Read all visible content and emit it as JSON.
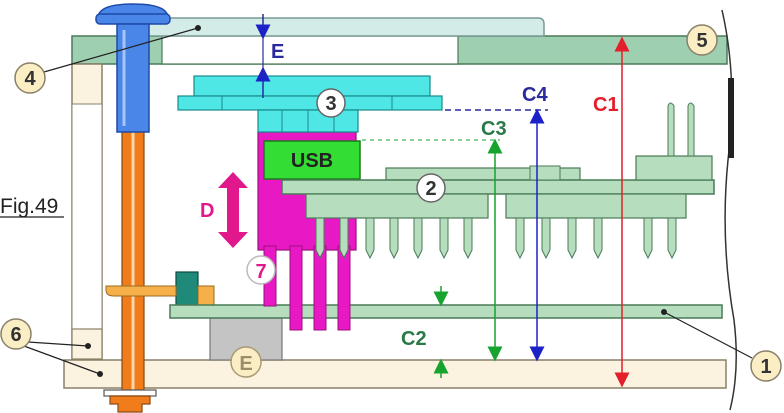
{
  "figure_label": "Fig.49",
  "dimensions": {
    "C1": "C1",
    "C2": "C2",
    "C3": "C3",
    "C4": "C4",
    "D": "D",
    "E_top": "E",
    "E_bottom": "E"
  },
  "usb_label": "USB",
  "callouts": {
    "c1": "1",
    "c2": "2",
    "c3": "3",
    "c4": "4",
    "c5": "5",
    "c6": "6",
    "c7": "7"
  },
  "colors": {
    "board_green": "#b6ddbe",
    "board_stroke": "#4a7a56",
    "case_beige": "#fbf3df",
    "case_stroke": "#8a8068",
    "top_panel_green": "#9ecfb0",
    "cyan_part": "#4fe6e6",
    "magenta_part": "#e818c4",
    "usb_green": "#33dd33",
    "screw_blue": "#4a86e8",
    "standoff_orange": "#f07c1c",
    "dim_red": "#e41e2a",
    "dim_green": "#16a42e",
    "dim_blue": "#1c22c8",
    "dim_navy": "#2a2a9e",
    "label_pink": "#e0188c",
    "callout_fill": "#fbeec4",
    "grey_block": "#c4c4c4"
  }
}
